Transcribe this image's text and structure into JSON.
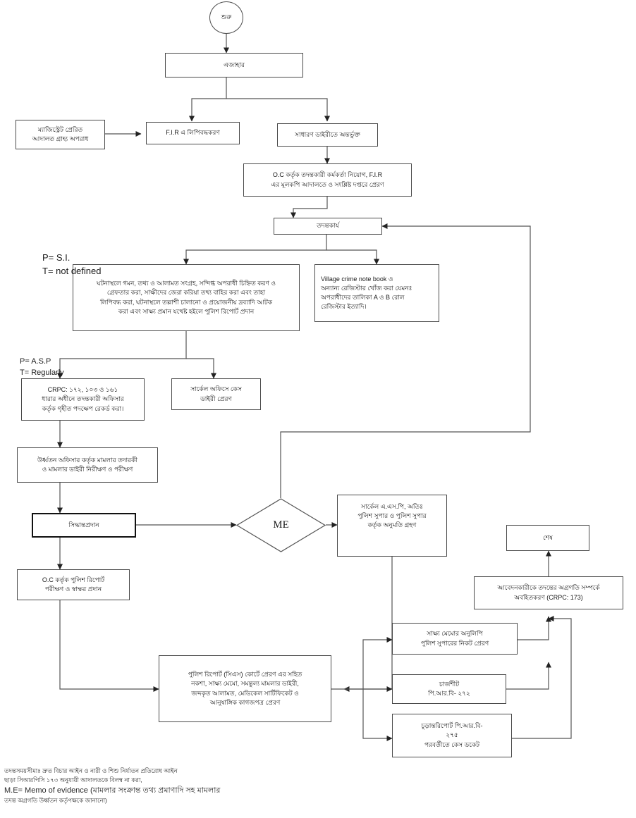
{
  "diagram": {
    "type": "flowchart",
    "title_text": "শুরু",
    "language": "Bengali",
    "nodes": [
      {
        "id": "start",
        "label": "শুরু"
      },
      {
        "id": "ejahar",
        "label": "এজাহার"
      },
      {
        "id": "magistrate",
        "label": "ম্যাজিস্ট্রেট প্রেরিত\nআদালত গ্রাহ্য অপরাধ"
      },
      {
        "id": "fir",
        "label": "F.I.R এ লিপিবদ্ধকরণ"
      },
      {
        "id": "gd",
        "label": "সাধারণ ডাইরীতে অন্তর্ভুক্ত"
      },
      {
        "id": "oc_assign",
        "label": "O.C কর্তৃক তদন্তকারী কর্মকর্তা নিয়োগ, F.I.R\nএর মূলকপি আদালতে ও সংশ্লিষ্ট দপ্তরে প্রেরণ"
      },
      {
        "id": "investigation",
        "label": "তদন্তকার্য"
      },
      {
        "id": "scene_work",
        "label": "ঘটনাস্থলে গমন, তথ্য ও আলামত সংগ্রহ, সন্দিগ্ধ অপরাধী চিহ্নিত করণ ও\nগ্রেফতার করা, সাক্ষীদের জেরা করিয়া তথ্য বাহির করা এবং তাহা\nলিপিবদ্ধ করা, ঘটনাস্থলে তল্লাশী চালানো ও প্রয়োজনীয় দ্রব্যাদি আটক\nকরা এবং সাক্ষ্য প্রমান যথেষ্ট হইলে পুলিশ রিপোর্ট প্রদান"
      },
      {
        "id": "village_book",
        "label": "Village crime note book ও\nঅন্যান্য রেজিস্টার খোঁজ করা যেমনঃ\nঅপরাধীদের তালিকা A ও B রোল\nরেজিস্টার ইত্যাদি।"
      },
      {
        "id": "crpc",
        "label": "CRPC: ১৭২, ১০৩ ও ১৬১\nধারার অধীনে তদন্তকারী অফিসার\nকর্তৃক গৃহীত পদক্ষেপ রেকর্ড করা।"
      },
      {
        "id": "circle_cd",
        "label": "সার্কেল অফিসে কেস\nডাইরী প্রেরণ"
      },
      {
        "id": "supervision",
        "label": "উর্ধ্বতন অফিসার কর্তৃক মামলার তদারকী\nও মামলার ডাইরী নিরীক্ষণ ও পরীক্ষণ"
      },
      {
        "id": "decision",
        "label": "সিদ্ধান্তপ্রদান"
      },
      {
        "id": "me",
        "label": "ME"
      },
      {
        "id": "permission",
        "label": "সার্কেল এ.এস.পি, অতিঃ\nপুলিশ সুপার ও পুলিশ সুপার\nকর্তৃক অনুমতি গ্রহণ"
      },
      {
        "id": "oc_sign",
        "label": "O.C কর্তৃক পুলিশ রিপোর্ট\nপরীক্ষণ ও স্বাক্ষর প্রদান"
      },
      {
        "id": "end",
        "label": "শেষ"
      },
      {
        "id": "notify",
        "label": "আবেদনকারীকে তদন্তের অগ্রগতি সম্পর্কে\nঅবহিতকরণ (CRPC: 173)"
      },
      {
        "id": "memo_copy",
        "label": "সাক্ষ্য মেমোর অনুলিপি\nপুলিশ সুপারের নিকট প্রেরণ"
      },
      {
        "id": "chargesheet",
        "label": "চার্জশীট\nপি.আর.বি- ২৭২"
      },
      {
        "id": "final_report",
        "label": "চূড়ান্তরিপোর্ট পি.আর.বি-\n২৭৫\nপরবর্তীতে কেস ডকেট"
      },
      {
        "id": "police_report",
        "label": "পুলিশ রিপোর্ট (সিএস) কোর্টে প্রেরণ এর সহিত\nনকশা, সাক্ষ্য মেমো, সমন্তুল্য মামলার ডাইরী,\nজব্দকৃত আলামত, মেডিকেল সার্টিফিকেট ও\nআনুষাঙ্গিক কাগজপত্র প্রেরণ"
      }
    ],
    "annotations": [
      {
        "id": "ann_si",
        "label": "P= S.I.\nT= not defined"
      },
      {
        "id": "ann_asp",
        "label": "P= A.S.P\nT= Regularly"
      }
    ],
    "footnotes": [
      "তদন্তসময়সীমাঃ দ্রুত বিচার আইন ও নারী ও শিশু নির্যাতন প্রতিরোধ আইন",
      "ছাড়া সিআরপিসি ১৭৩ অনুযায়ী আদালতকে বিলম্ব না করা,",
      "M.E= Memo of evidence (মামলার সংক্রান্ত তথ্য প্রমাণাদি সহ মামলার",
      "তদন্ত অগ্রগতি উর্ধ্বতন কর্তৃপক্ষকে জানানো)"
    ],
    "colors": {
      "stroke": "#4a4a4a",
      "stroke_thick": "#111111",
      "text": "#1a1a1a",
      "background": "#ffffff"
    }
  }
}
